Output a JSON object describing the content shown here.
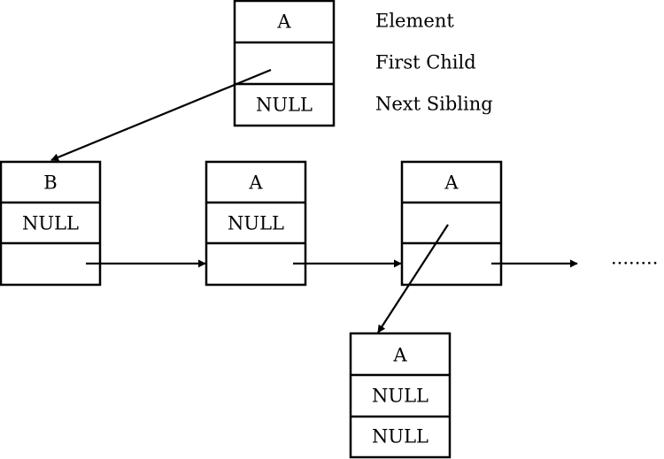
{
  "legend_node": {
    "element": "A",
    "first_child": "",
    "next_sibling": "NULL"
  },
  "legend_labels": {
    "element": "Element",
    "first_child": "First Child",
    "next_sibling": "Next Sibling"
  },
  "nodes": {
    "b": {
      "element": "B",
      "first_child": "NULL",
      "next_sibling": ""
    },
    "a1": {
      "element": "A",
      "first_child": "NULL",
      "next_sibling": ""
    },
    "a2": {
      "element": "A",
      "first_child": "",
      "next_sibling": ""
    },
    "a3": {
      "element": "A",
      "first_child": "NULL",
      "next_sibling": "NULL"
    }
  },
  "continuation": "........",
  "colors": {
    "stroke": "#000000",
    "background": "#ffffff"
  }
}
